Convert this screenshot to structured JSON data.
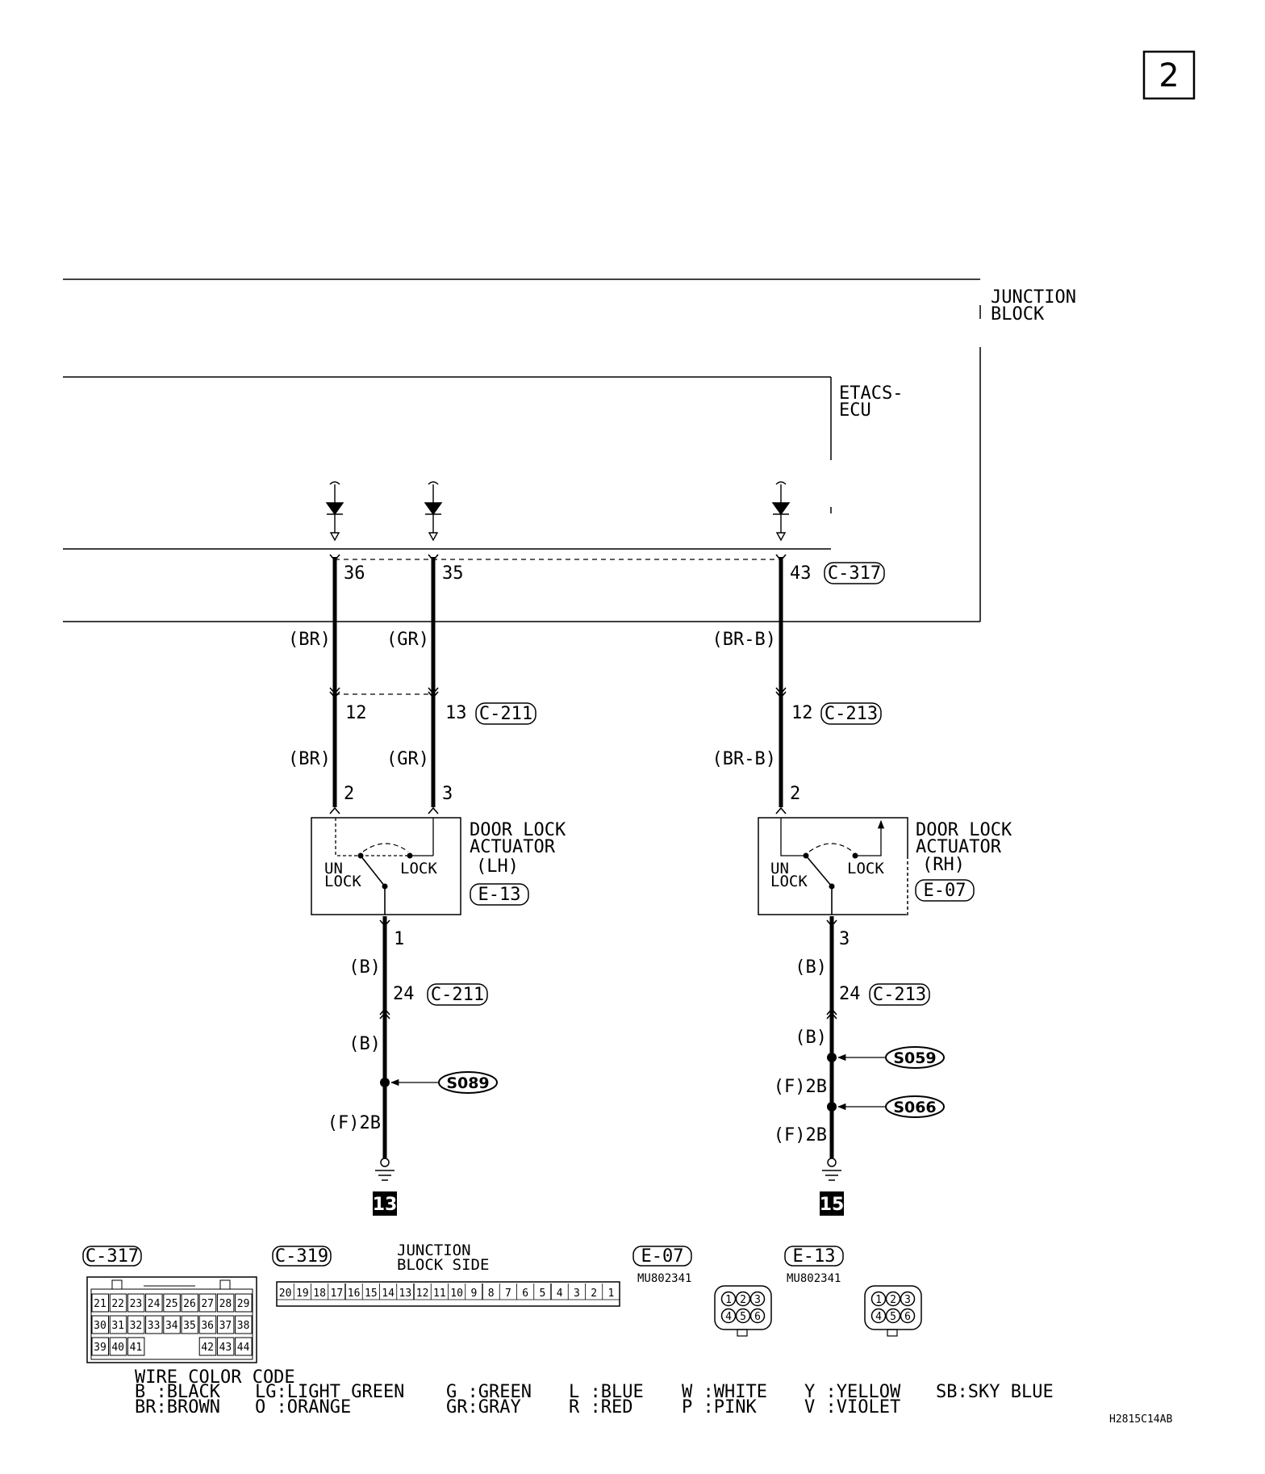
{
  "page_number": "2",
  "components": {
    "junction_block": [
      "JUNCTION",
      "BLOCK"
    ],
    "etacs_ecu": [
      "ETACS-",
      "ECU"
    ],
    "actuator_lh": [
      "DOOR LOCK",
      "ACTUATOR",
      "(LH)"
    ],
    "actuator_rh": [
      "DOOR LOCK",
      "ACTUATOR",
      "(RH)"
    ],
    "unlock": [
      "UN",
      "LOCK"
    ],
    "lock": "LOCK"
  },
  "connectors": {
    "c317": "C-317",
    "c211": "C-211",
    "c213": "C-213",
    "e13": "E-13",
    "e07": "E-07",
    "c319": "C-319"
  },
  "pins": {
    "p36": "36",
    "p35": "35",
    "p43": "43",
    "p12a": "12",
    "p13": "13",
    "p12b": "12",
    "lh2": "2",
    "lh3": "3",
    "rh2": "2",
    "lh1": "1",
    "rh3": "3",
    "p24a": "24",
    "p24b": "24"
  },
  "wires": {
    "br": "(BR)",
    "gr": "(GR)",
    "brb": "(BR-B)",
    "b": "(B)",
    "f2b": "(F)2B"
  },
  "splices": {
    "s089": "S089",
    "s059": "S059",
    "s066": "S066"
  },
  "grounds": {
    "g13": "13",
    "g15": "15"
  },
  "bottom": {
    "junction_block_side": [
      "JUNCTION",
      "BLOCK SIDE"
    ],
    "part_number": "MU802341",
    "c317_rows": [
      [
        "21",
        "22",
        "23",
        "24",
        "25",
        "26",
        "27",
        "28",
        "29"
      ],
      [
        "30",
        "31",
        "32",
        "33",
        "34",
        "35",
        "36",
        "37",
        "38"
      ],
      [
        "39",
        "40",
        "41",
        "",
        "",
        "",
        "42",
        "43",
        "44"
      ]
    ],
    "c319_pins": [
      "20",
      "19",
      "18",
      "17",
      "16",
      "15",
      "14",
      "13",
      "12",
      "11",
      "10",
      "9",
      "8",
      "7",
      "6",
      "5",
      "4",
      "3",
      "2",
      "1"
    ],
    "plug_pins": [
      "1",
      "2",
      "3",
      "4",
      "5",
      "6"
    ]
  },
  "legend": {
    "title": "WIRE COLOR CODE",
    "entries": [
      [
        "B :BLACK",
        "BR:BROWN"
      ],
      [
        "LG:LIGHT GREEN",
        "O :ORANGE"
      ],
      [
        "G :GREEN",
        "GR:GRAY"
      ],
      [
        "L :BLUE",
        "R :RED"
      ],
      [
        "W :WHITE",
        "P :PINK"
      ],
      [
        "Y :YELLOW",
        "V :VIOLET"
      ],
      [
        "SB:SKY BLUE",
        ""
      ]
    ]
  },
  "drawing_code": "H2815C14AB"
}
